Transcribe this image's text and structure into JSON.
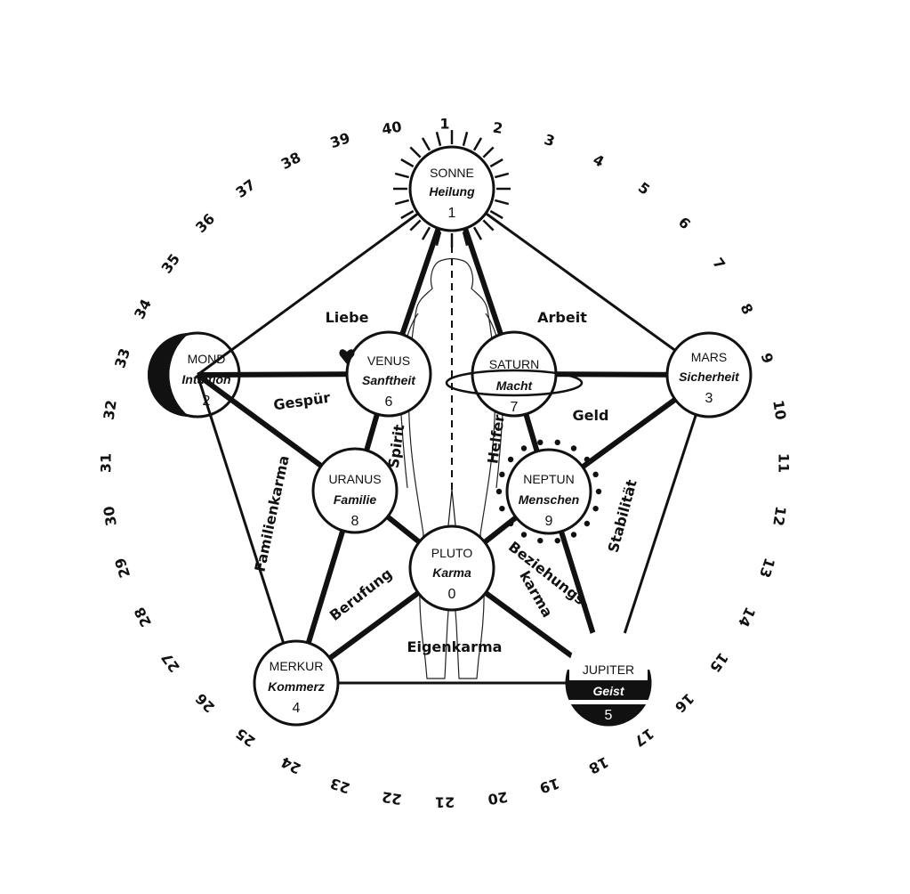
{
  "nodes": {
    "sonne": {
      "name": "SONNE",
      "quality": "Heilung",
      "number": "1"
    },
    "mond": {
      "name": "MOND",
      "quality": "Intuition",
      "number": "2"
    },
    "mars": {
      "name": "MARS",
      "quality": "Sicherheit",
      "number": "3"
    },
    "merkur": {
      "name": "MERKUR",
      "quality": "Kommerz",
      "number": "4"
    },
    "jupiter": {
      "name": "JUPITER",
      "quality": "Geist",
      "number": "5"
    },
    "venus": {
      "name": "VENUS",
      "quality": "Sanftheit",
      "number": "6"
    },
    "saturn": {
      "name": "SATURN",
      "quality": "Macht",
      "number": "7"
    },
    "uranus": {
      "name": "URANUS",
      "quality": "Familie",
      "number": "8"
    },
    "neptun": {
      "name": "NEPTUN",
      "quality": "Menschen",
      "number": "9"
    },
    "pluto": {
      "name": "PLUTO",
      "quality": "Karma",
      "number": "0"
    }
  },
  "edge_labels": {
    "liebe": "Liebe",
    "arbeit": "Arbeit",
    "gespuer": "Gespür",
    "geld": "Geld",
    "familienkarma": "Familienkarma",
    "stabilitaet": "Stabilität",
    "berufung": "Berufung",
    "beziehungs": "Beziehungs-",
    "karma": "karma",
    "eigenkarma": "Eigenkarma",
    "spirit": "Spirit",
    "helfer": "Helfer"
  },
  "ring_numbers": [
    "1",
    "2",
    "3",
    "4",
    "5",
    "6",
    "7",
    "8",
    "9",
    "10",
    "11",
    "12",
    "13",
    "14",
    "15",
    "16",
    "17",
    "18",
    "19",
    "20",
    "21",
    "22",
    "23",
    "24",
    "25",
    "26",
    "27",
    "28",
    "29",
    "30",
    "31",
    "32",
    "33",
    "34",
    "35",
    "36",
    "37",
    "38",
    "39",
    "40"
  ],
  "colors": {
    "ink": "#111111",
    "background": "#ffffff"
  },
  "icons": [
    "heart-icon",
    "sun-rays-icon",
    "human-figure-icon"
  ]
}
